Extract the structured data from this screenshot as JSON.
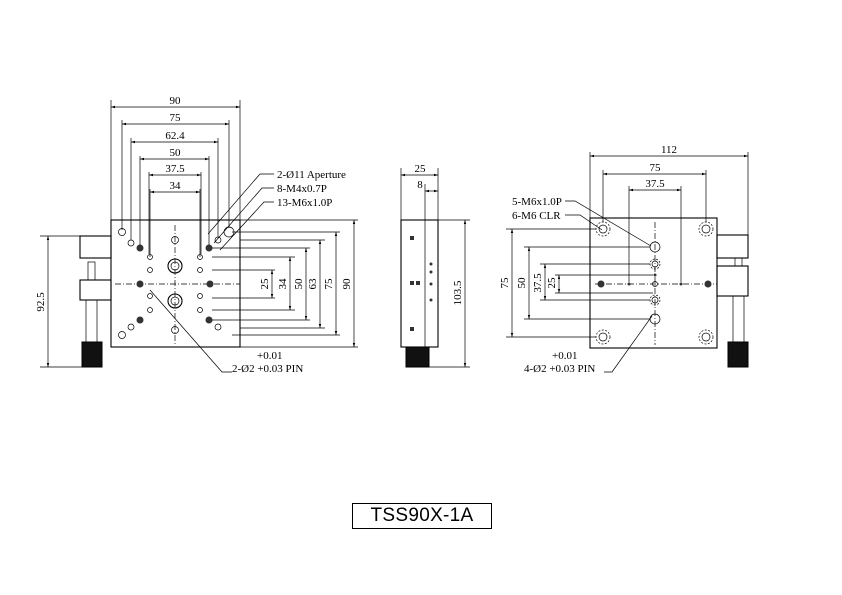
{
  "title": "TSS90X-1A",
  "top_view": {
    "dims_horizontal": [
      "90",
      "75",
      "62.4",
      "50",
      "37.5",
      "34"
    ],
    "dims_vertical_right": [
      "25",
      "34",
      "50",
      "63",
      "75",
      "90"
    ],
    "dim_left": "92.5",
    "callouts": [
      "2-Ø11 Aperture",
      "8-M4x0.7P",
      "13-M6x1.0P"
    ],
    "pin_tolerance": "+0.01",
    "pin_label": "2-Ø2 +0.03 PIN"
  },
  "side_view": {
    "dims_top": [
      "25",
      "8"
    ],
    "dim_right": "103.5"
  },
  "bottom_view": {
    "dims_horizontal": [
      "112",
      "75",
      "37.5"
    ],
    "dims_vertical_left": [
      "75",
      "50",
      "37.5",
      "25"
    ],
    "callouts": [
      "5-M6x1.0P",
      "6-M6 CLR"
    ],
    "pin_tolerance": "+0.01",
    "pin_label": "4-Ø2 +0.03 PIN"
  }
}
